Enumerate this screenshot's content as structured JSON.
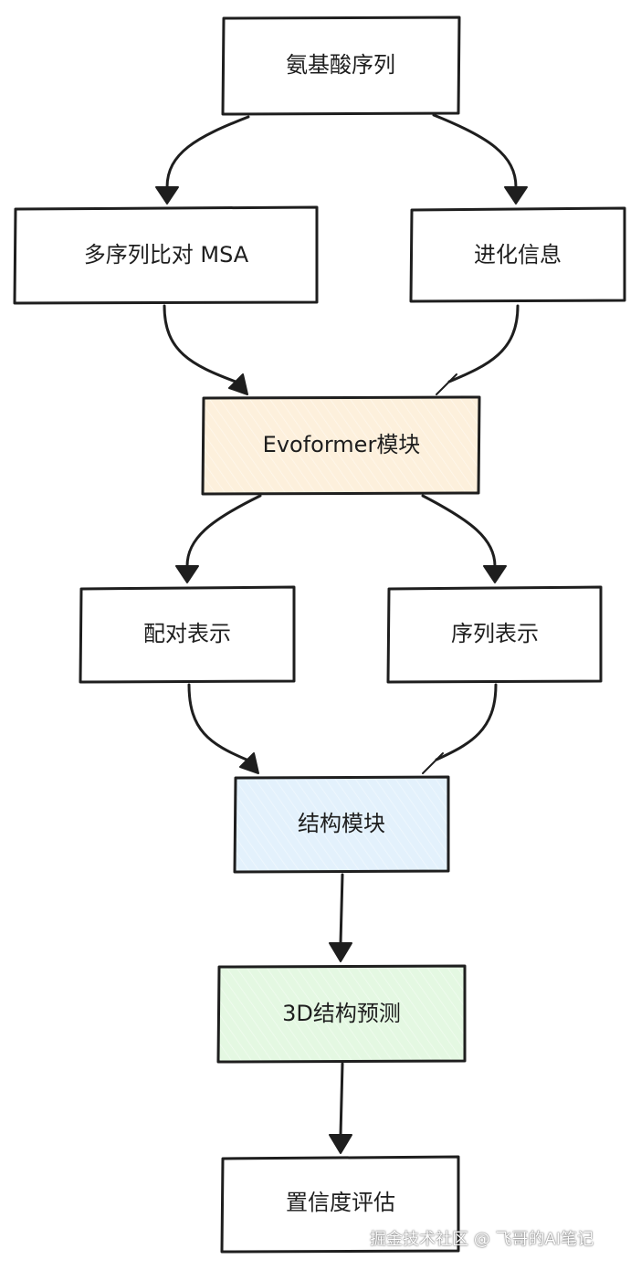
{
  "nodes": {
    "amino_acid_sequence": {
      "label": "氨基酸序列",
      "fill": "#ffffff"
    },
    "msa": {
      "label": "多序列比对 MSA",
      "fill": "#ffffff"
    },
    "evolution_info": {
      "label": "进化信息",
      "fill": "#ffffff"
    },
    "evoformer": {
      "label": "Evoformer模块",
      "fill": "#fdf0dc"
    },
    "pair_representation": {
      "label": "配对表示",
      "fill": "#ffffff"
    },
    "sequence_representation": {
      "label": "序列表示",
      "fill": "#ffffff"
    },
    "structure_module": {
      "label": "结构模块",
      "fill": "#e3f1fc"
    },
    "structure_prediction_3d": {
      "label": "3D结构预测",
      "fill": "#e4f8e2"
    },
    "confidence_evaluation": {
      "label": "置信度评估",
      "fill": "#ffffff"
    }
  },
  "edges": [
    {
      "from": "amino_acid_sequence",
      "to": "msa"
    },
    {
      "from": "amino_acid_sequence",
      "to": "evolution_info"
    },
    {
      "from": "msa",
      "to": "evoformer"
    },
    {
      "from": "evolution_info",
      "to": "evoformer"
    },
    {
      "from": "evoformer",
      "to": "pair_representation"
    },
    {
      "from": "evoformer",
      "to": "sequence_representation"
    },
    {
      "from": "pair_representation",
      "to": "structure_module"
    },
    {
      "from": "sequence_representation",
      "to": "structure_module"
    },
    {
      "from": "structure_module",
      "to": "structure_prediction_3d"
    },
    {
      "from": "structure_prediction_3d",
      "to": "confidence_evaluation"
    }
  ],
  "watermark": "掘金技术社区 @ 飞哥的AI笔记",
  "colors": {
    "stroke": "#1e1e1e",
    "background": "#ffffff"
  }
}
